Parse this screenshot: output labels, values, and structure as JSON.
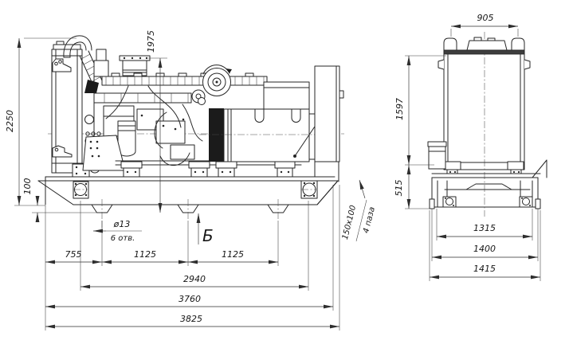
{
  "side_view": {
    "view_label": "Б",
    "dims": {
      "overall_height": "2250",
      "air_cleaner_height": "1975",
      "foot_height": "100",
      "hole_dia": "ø13",
      "hole_count": "6 отв.",
      "pitch_a": "755",
      "pitch_b": "1125",
      "pitch_c": "1125",
      "hole_span": "2940",
      "frame_length": "3760",
      "overall_length": "3825",
      "slot_size": "150x100",
      "slot_count": "4 паза"
    }
  },
  "end_view": {
    "dims": {
      "top_width": "905",
      "upper_height": "1597",
      "frame_height": "515",
      "inner_width": "1315",
      "frame_width": "1400",
      "overall_width": "1415"
    }
  }
}
